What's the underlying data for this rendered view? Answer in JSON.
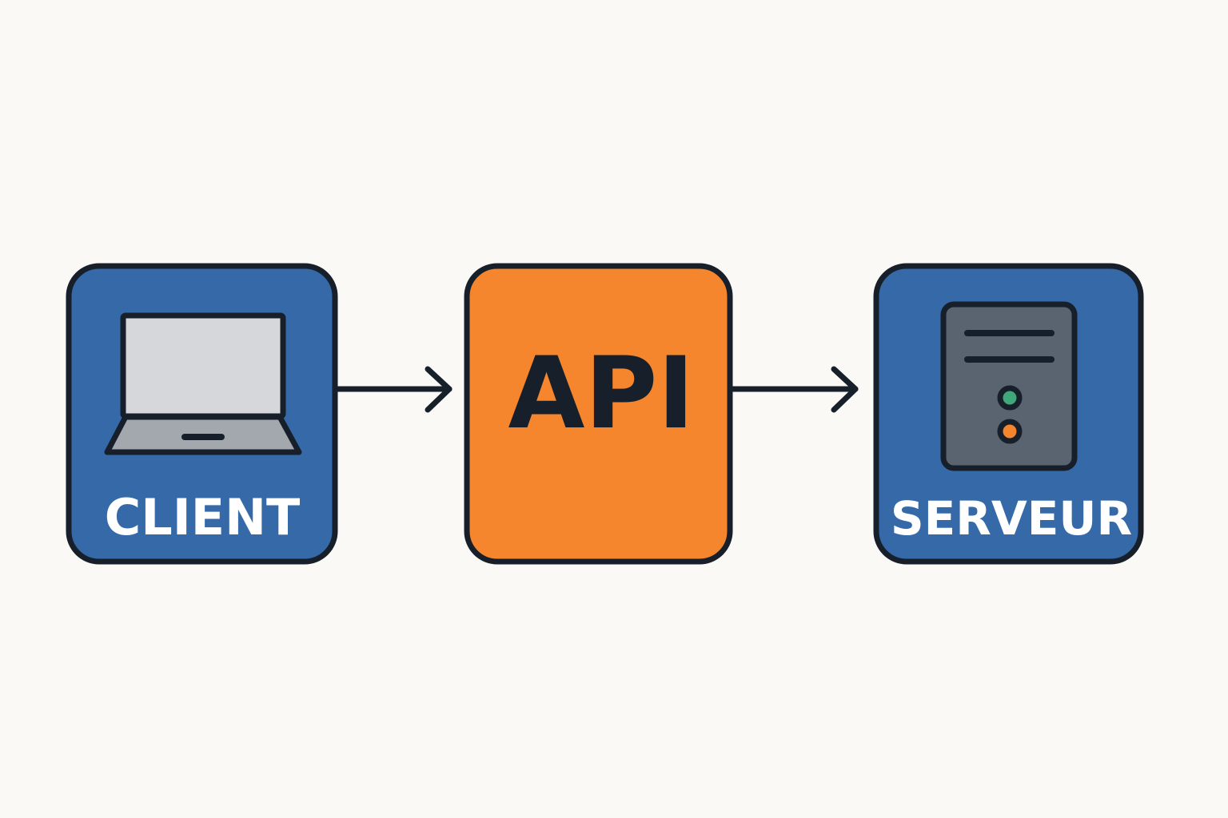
{
  "diagram": {
    "nodes": [
      {
        "id": "client",
        "label": "CLIENT",
        "icon": "laptop-icon",
        "color": "#3569a8"
      },
      {
        "id": "api",
        "label": "API",
        "color": "#f5862e"
      },
      {
        "id": "server",
        "label": "SERVEUR",
        "icon": "server-icon",
        "color": "#3569a8"
      }
    ],
    "edges": [
      {
        "from": "client",
        "to": "api"
      },
      {
        "from": "api",
        "to": "server"
      }
    ],
    "colors": {
      "outline": "#17202a",
      "background": "#faf9f6",
      "screen": "#d5d7da",
      "laptop_base": "#a3a8ae",
      "server_body": "#5a6370",
      "led_green": "#3fa77a",
      "led_orange": "#f5862e"
    }
  }
}
